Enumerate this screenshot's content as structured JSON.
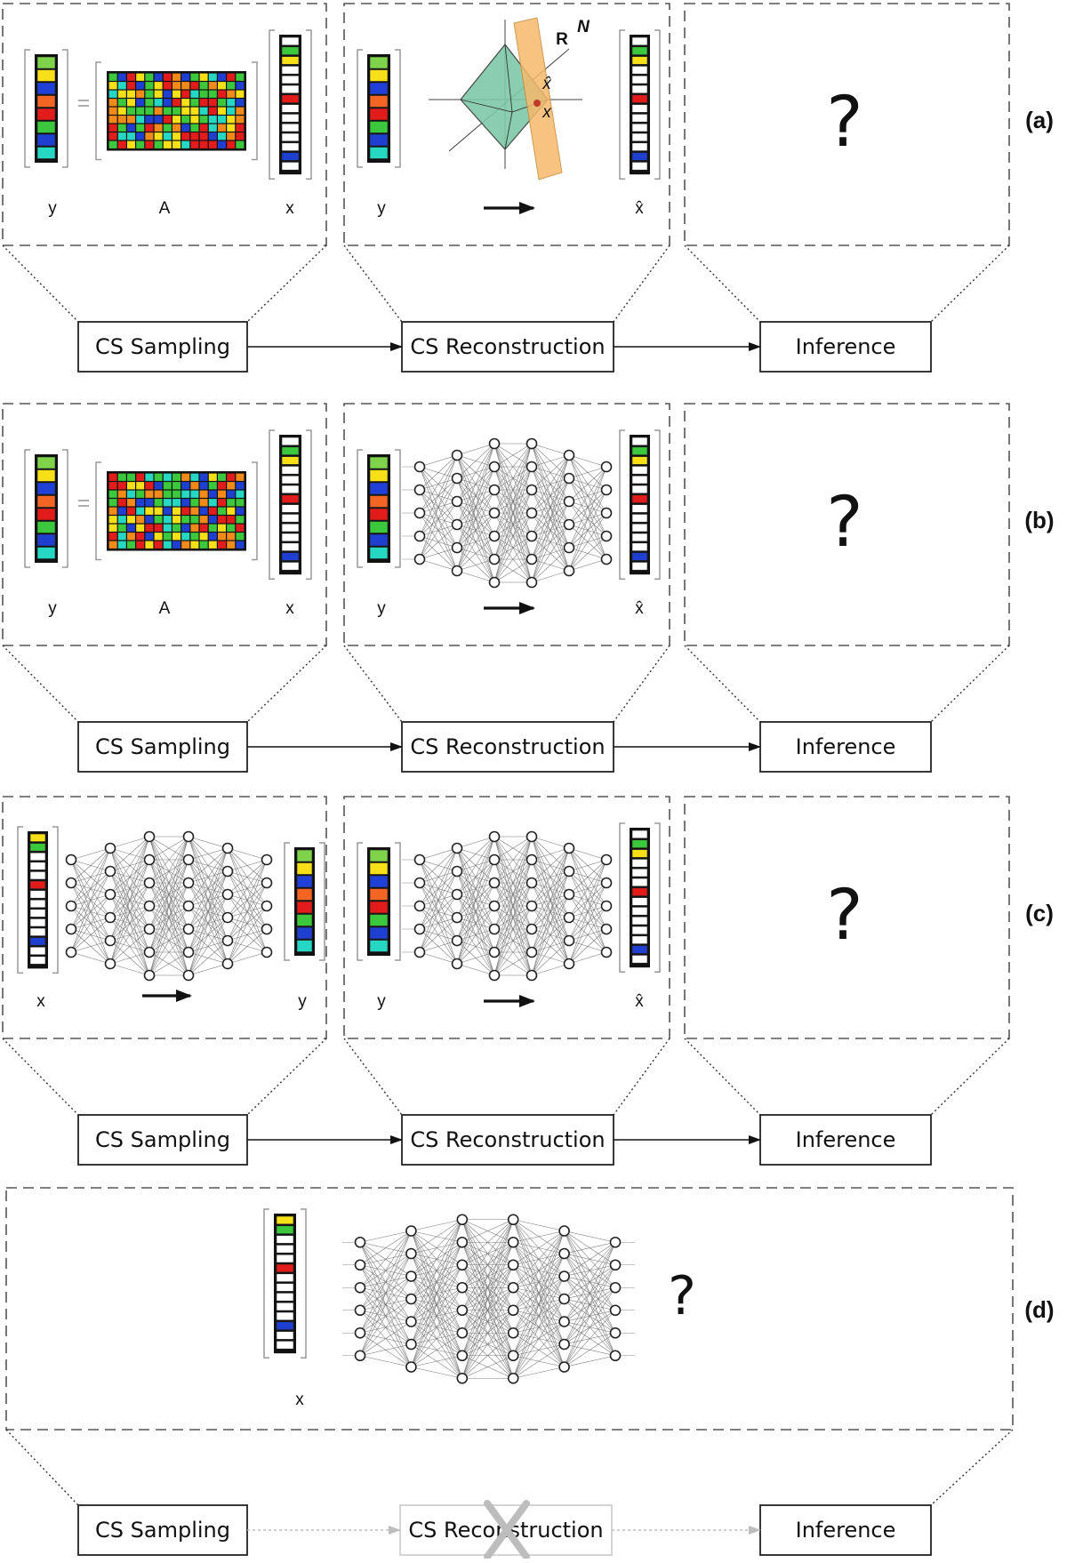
{
  "colors": {
    "vector_palette": [
      "#7fd34a",
      "#f7e017",
      "#2040d8",
      "#f26522",
      "#e21b1b",
      "#3cc83c",
      "#1e3fd0",
      "#26d7c4"
    ],
    "matrix_palette": [
      "#e21b1b",
      "#f7e017",
      "#3cc83c",
      "#1e3fd0",
      "#26d7c4",
      "#f28a1a"
    ],
    "sparse_highlights": [
      "#3cc83c",
      "#f7e017",
      "#e21b1b",
      "#1e3fd0"
    ],
    "polytope_fill": "#7fc8a9",
    "plane_fill": "#f5b96b",
    "box_border": "#222222",
    "dashed_border": "#555555",
    "faded": "#c8c8c8"
  },
  "rows": [
    {
      "label": "(a)",
      "pipeline": {
        "sampling": "CS Sampling",
        "reconstruction": "CS Reconstruction",
        "inference": "Inference"
      },
      "panel1": {
        "left_var": "y",
        "mid_var": "A",
        "right_var": "x"
      },
      "panel2": {
        "left_var": "y",
        "right_var": "x̂",
        "space_label": "R",
        "space_exp": "N",
        "point_x": "x",
        "point_xhat": "x̂"
      },
      "panel3": {
        "mark": "?"
      }
    },
    {
      "label": "(b)",
      "pipeline": {
        "sampling": "CS Sampling",
        "reconstruction": "CS Reconstruction",
        "inference": "Inference"
      },
      "panel1": {
        "left_var": "y",
        "mid_var": "A",
        "right_var": "x"
      },
      "panel2": {
        "left_var": "y",
        "right_var": "x̂"
      },
      "panel3": {
        "mark": "?"
      }
    },
    {
      "label": "(c)",
      "pipeline": {
        "sampling": "CS Sampling",
        "reconstruction": "CS Reconstruction",
        "inference": "Inference"
      },
      "panel1": {
        "left_var": "x",
        "right_var": "y"
      },
      "panel2": {
        "left_var": "y",
        "right_var": "x̂"
      },
      "panel3": {
        "mark": "?"
      }
    },
    {
      "label": "(d)",
      "pipeline": {
        "sampling": "CS Sampling",
        "reconstruction": "CS Reconstruction",
        "inference": "Inference"
      },
      "panel": {
        "var": "x",
        "mark": "?"
      }
    }
  ]
}
